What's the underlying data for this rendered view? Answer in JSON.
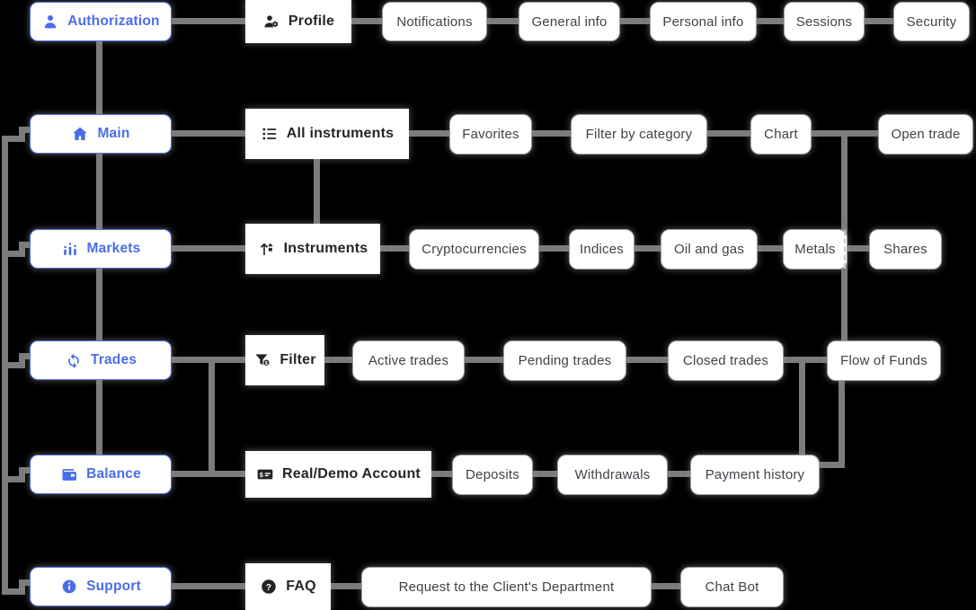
{
  "colors": {
    "background": "#000000",
    "connector": "#7c7c7c",
    "accent_blue": "#4a6de8",
    "node_border_gray": "#9b9fa5",
    "text_dark": "#232629"
  },
  "glyphs": {
    "dollar": "$",
    "question": "?"
  },
  "rows": [
    {
      "section": {
        "label": "Authorization",
        "icon": "user-icon"
      },
      "header": {
        "label": "Profile",
        "icon": "user-gear-icon"
      },
      "children": [
        "Notifications",
        "General info",
        "Personal info",
        "Sessions",
        "Security"
      ]
    },
    {
      "section": {
        "label": "Main",
        "icon": "home-icon"
      },
      "header": {
        "label": "All instruments",
        "icon": "list-icon"
      },
      "children": [
        "Favorites",
        "Filter by category",
        "Chart",
        "Open trade"
      ]
    },
    {
      "section": {
        "label": "Markets",
        "icon": "bar-chart-icon"
      },
      "header": {
        "label": "Instruments",
        "icon": "sort-arrows-icon"
      },
      "children": [
        "Cryptocurrencies",
        "Indices",
        "Oil and gas",
        "Metals",
        "Shares"
      ]
    },
    {
      "section": {
        "label": "Trades",
        "icon": "circular-arrows-icon"
      },
      "header": {
        "label": "Filter",
        "icon": "funnel-dollar-icon"
      },
      "children": [
        "Active trades",
        "Pending trades",
        "Closed trades",
        "Flow of Funds"
      ]
    },
    {
      "section": {
        "label": "Balance",
        "icon": "wallet-icon"
      },
      "header": {
        "label": "Real/Demo Account",
        "icon": "card-dollar-icon"
      },
      "children": [
        "Deposits",
        "Withdrawals",
        "Payment history"
      ]
    },
    {
      "section": {
        "label": "Support",
        "icon": "info-icon"
      },
      "header": {
        "label": "FAQ",
        "icon": "question-circle-icon"
      },
      "children": [
        "Request to the Client's Department",
        "Chat Bot"
      ]
    }
  ]
}
